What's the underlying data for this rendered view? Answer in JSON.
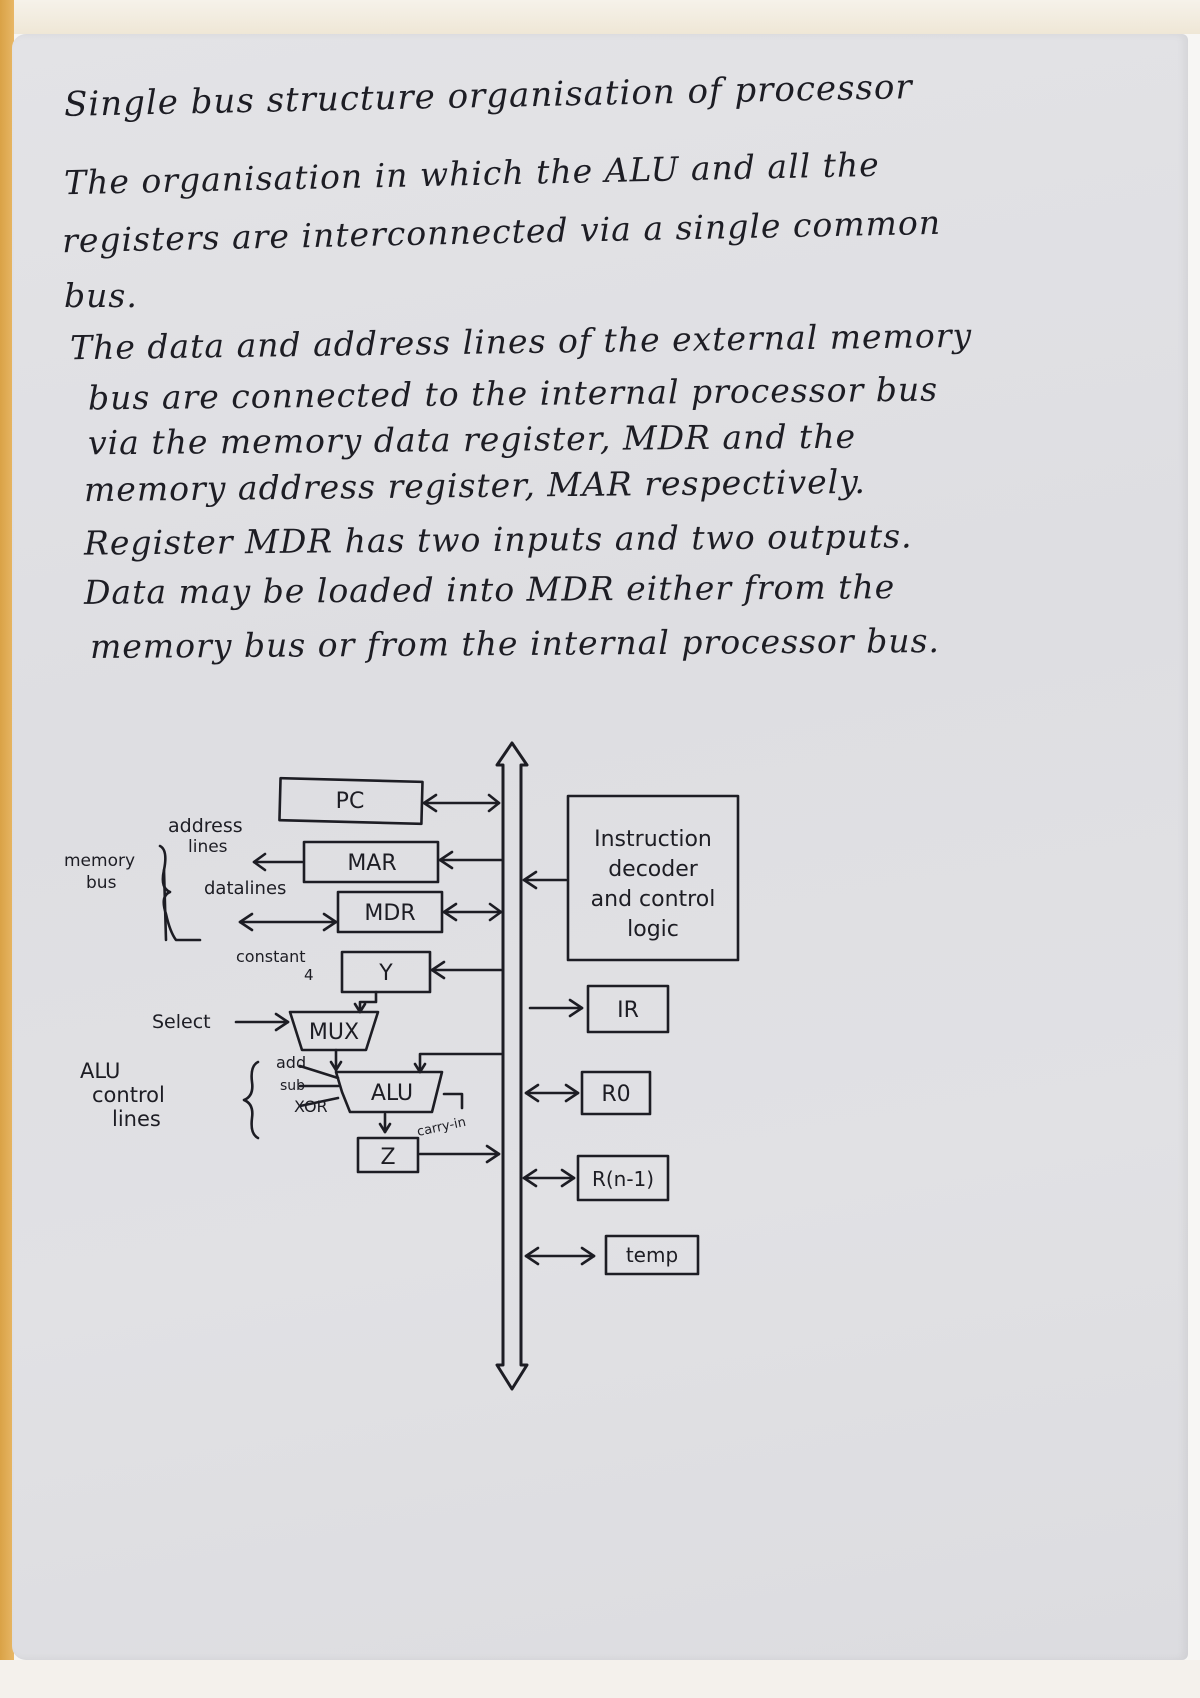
{
  "note": {
    "title": "Single bus structure organisation of processor",
    "paragraph1": [
      "The organisation in which the ALU and all the",
      "registers are interconnected via a single common",
      "bus."
    ],
    "paragraph2": [
      "The data and address lines of the external memory",
      "bus are connected to the internal processor bus",
      "via the memory data register, MDR and the",
      "memory address register, MAR respectively.",
      "Register MDR has two inputs and two outputs.",
      "Data may be loaded into MDR either from the",
      "memory bus or from the internal processor bus."
    ]
  },
  "diagram": {
    "registers": {
      "pc": "PC",
      "mar": "MAR",
      "mdr": "MDR",
      "y": "Y",
      "mux": "MUX",
      "alu": "ALU",
      "z": "Z",
      "ir": "IR",
      "r0": "R0",
      "rn1": "R(n-1)",
      "temp": "temp"
    },
    "decoder_lines": [
      "Instruction",
      "decoder",
      "and control",
      "logic"
    ],
    "labels": {
      "memory_bus_1": "memory",
      "memory_bus_2": "bus",
      "address_lines_1": "address",
      "address_lines_2": "lines",
      "data_lines": "datalines",
      "constant": "constant",
      "constant_val": "4",
      "select": "Select",
      "alu_control_1": "ALU",
      "alu_control_2": "control",
      "alu_control_3": "lines",
      "op_add": "add",
      "op_sub": "sub",
      "op_xor": "XOR",
      "carry_in": "carry-in"
    }
  }
}
